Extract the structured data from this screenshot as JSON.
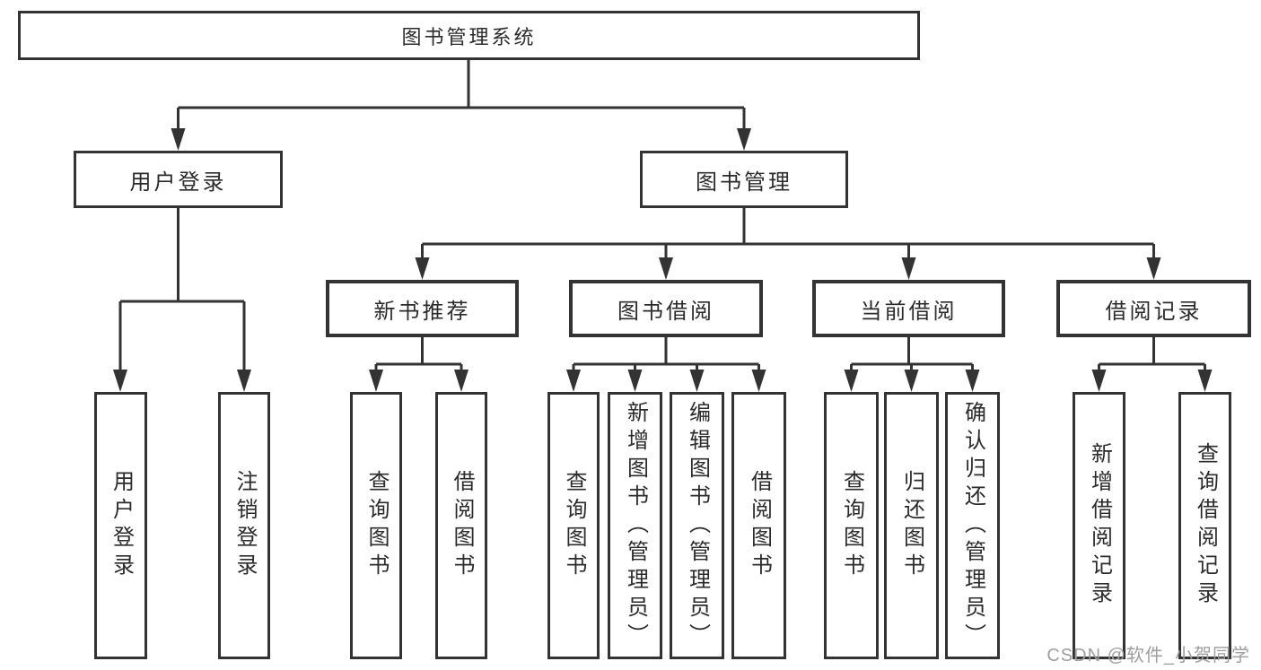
{
  "tree": {
    "label": "图书管理系统",
    "children": [
      {
        "label": "用户登录",
        "children": [
          {
            "label": "用户登录"
          },
          {
            "label": "注销登录"
          }
        ]
      },
      {
        "label": "图书管理",
        "children": [
          {
            "label": "新书推荐",
            "children": [
              {
                "label": "查询图书"
              },
              {
                "label": "借阅图书"
              }
            ]
          },
          {
            "label": "图书借阅",
            "children": [
              {
                "label": "查询图书"
              },
              {
                "label": "新增图书（管理员）"
              },
              {
                "label": "编辑图书（管理员）"
              },
              {
                "label": "借阅图书"
              }
            ]
          },
          {
            "label": "当前借阅",
            "children": [
              {
                "label": "查询图书"
              },
              {
                "label": "归还图书"
              },
              {
                "label": "确认归还（管理员）"
              }
            ]
          },
          {
            "label": "借阅记录",
            "children": [
              {
                "label": "新增借阅记录"
              },
              {
                "label": "查询借阅记录"
              }
            ]
          }
        ]
      }
    ]
  },
  "watermark": {
    "text": "CSDN @软件_小贺同学"
  },
  "colors": {
    "line": "#333333",
    "text": "#2b2b2b",
    "box_fill": "#ffffff",
    "watermark": "#9e9e9e",
    "background": "#ffffff"
  }
}
